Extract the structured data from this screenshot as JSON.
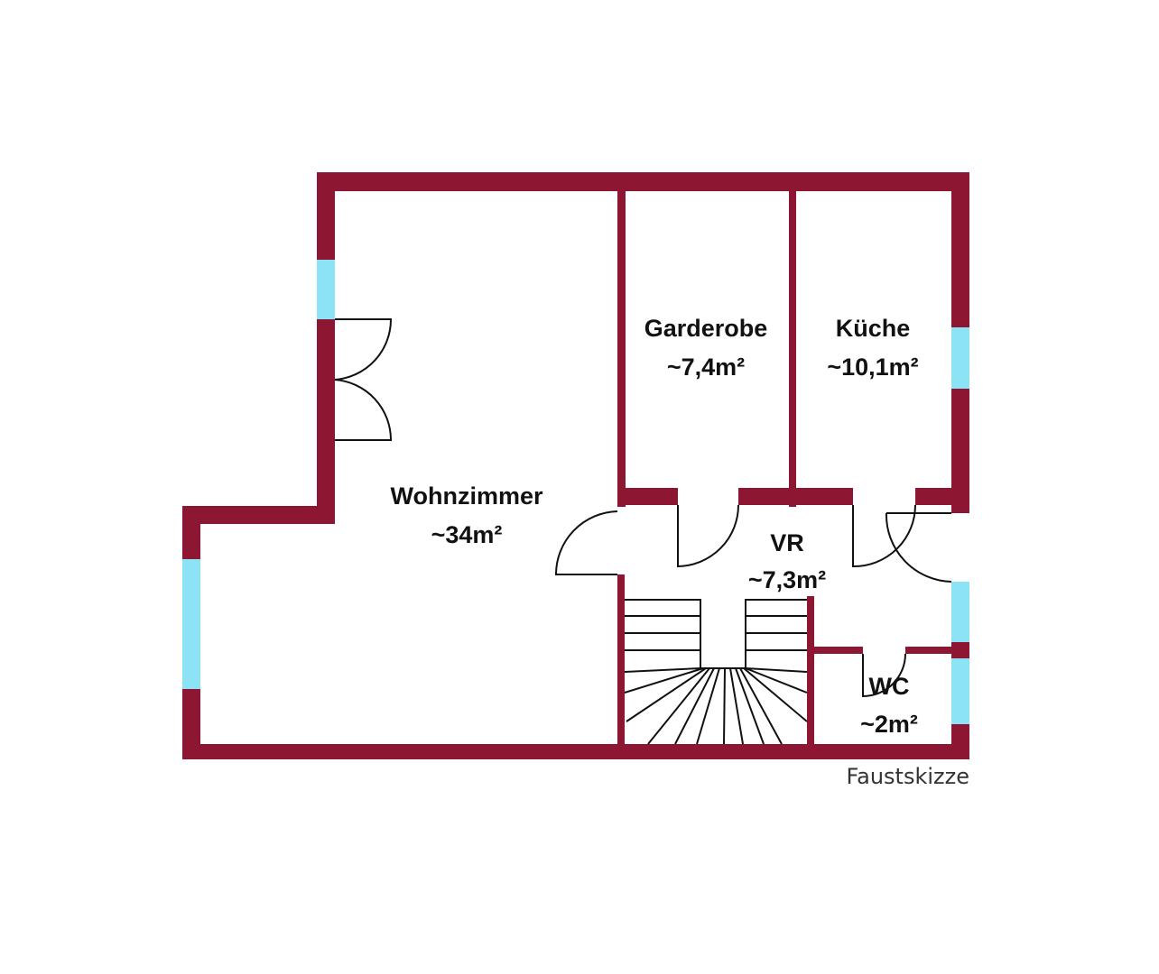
{
  "colors": {
    "wall": "#8d1733",
    "window": "#8ce3f6",
    "text": "#111111",
    "background": "#ffffff"
  },
  "rooms": {
    "wohnzimmer": {
      "name": "Wohnzimmer",
      "area": "~34m²"
    },
    "garderobe": {
      "name": "Garderobe",
      "area": "~7,4m²"
    },
    "kueche": {
      "name": "Küche",
      "area": "~10,1m²"
    },
    "vorraum": {
      "name": "VR",
      "area": "~7,3m²"
    },
    "wc": {
      "name": "WC",
      "area": "~2m²"
    }
  },
  "caption": "Faustskizze"
}
